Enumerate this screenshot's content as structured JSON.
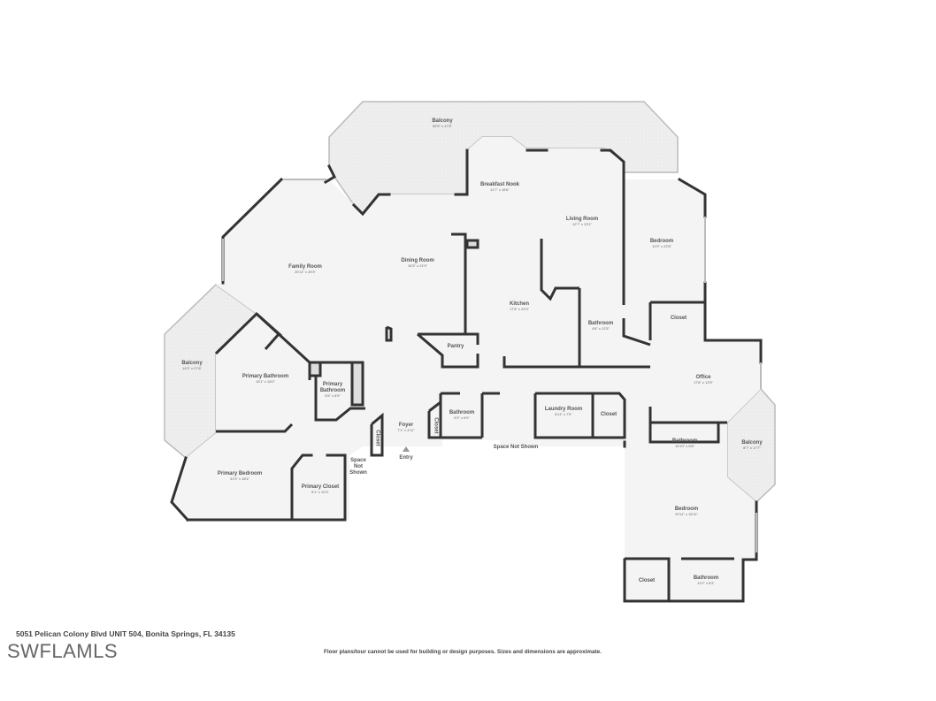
{
  "rooms": {
    "balcony_top": {
      "name": "Balcony",
      "dims": "55'9\" x 17'8\""
    },
    "breakfast_nook": {
      "name": "Breakfast Nook",
      "dims": "11'7\" x 16'6\""
    },
    "living_room": {
      "name": "Living Room",
      "dims": "12'7\" x 23'1\""
    },
    "bedroom_right": {
      "name": "Bedroom",
      "dims": "12'9\" x 22'8\""
    },
    "family_room": {
      "name": "Family Room",
      "dims": "25'11\" x 29'3\""
    },
    "dining_room": {
      "name": "Dining Room",
      "dims": "16'3\" x 21'9\""
    },
    "kitchen": {
      "name": "Kitchen",
      "dims": "17'8\" x 20'3\""
    },
    "bathroom_center": {
      "name": "Bathroom",
      "dims": "4'6\" x 12'5\""
    },
    "closet_right": {
      "name": "Closet",
      "dims": ""
    },
    "pantry": {
      "name": "Pantry",
      "dims": ""
    },
    "balcony_left": {
      "name": "Balcony",
      "dims": "14'3\" x 27'6\""
    },
    "primary_bathroom": {
      "name": "Primary Bathroom",
      "dims": "15'1\" x 18'2\""
    },
    "primary_bathroom_small": {
      "name": "Primary Bathroom",
      "dims": "5'5\" x 8'9\""
    },
    "office": {
      "name": "Office",
      "dims": "17'6\" x 12'5\""
    },
    "foyer": {
      "name": "Foyer",
      "dims": "7'1\" x 4'11\""
    },
    "closet_foyer_left": {
      "name": "Closet",
      "dims": ""
    },
    "closet_foyer_right": {
      "name": "Closet",
      "dims": ""
    },
    "bathroom_hall": {
      "name": "Bathroom",
      "dims": "6'3\" x 6'9\""
    },
    "laundry_room": {
      "name": "Laundry Room",
      "dims": "8'11\" x 7'0\""
    },
    "closet_laundry": {
      "name": "Closet",
      "dims": ""
    },
    "bathroom_office": {
      "name": "Bathroom",
      "dims": "10'10\" x 6'8\""
    },
    "balcony_right": {
      "name": "Balcony",
      "dims": "8'7\" x 17'7\""
    },
    "space_not_shown_left": {
      "name": "Space\nNot\nShown",
      "dims": ""
    },
    "space_not_shown_center": {
      "name": "Space Not Shown",
      "dims": ""
    },
    "primary_bedroom": {
      "name": "Primary Bedroom",
      "dims": "31'9\" x 18'4\""
    },
    "primary_closet": {
      "name": "Primary Closet",
      "dims": "8'1\" x 10'3\""
    },
    "bedroom_bottom": {
      "name": "Bedroom",
      "dims": "20'11\" x 16'11\""
    },
    "closet_bottom": {
      "name": "Closet",
      "dims": ""
    },
    "bathroom_bottom": {
      "name": "Bathroom",
      "dims": "11'2\" x 6'3\""
    }
  },
  "entry": {
    "label": "Entry"
  },
  "footer": {
    "address": "5051 Pelican Colony Blvd UNIT 504, Bonita Springs, FL 34135",
    "logo": "SWFLAMLS",
    "disclaimer": "Floor plans/tour cannot be used for building or design purposes. Sizes and dimensions are approximate."
  },
  "colors": {
    "wall": "#333333",
    "floor": "#f4f4f4",
    "balcony": "#ededed",
    "window": "#bbbbbb"
  }
}
